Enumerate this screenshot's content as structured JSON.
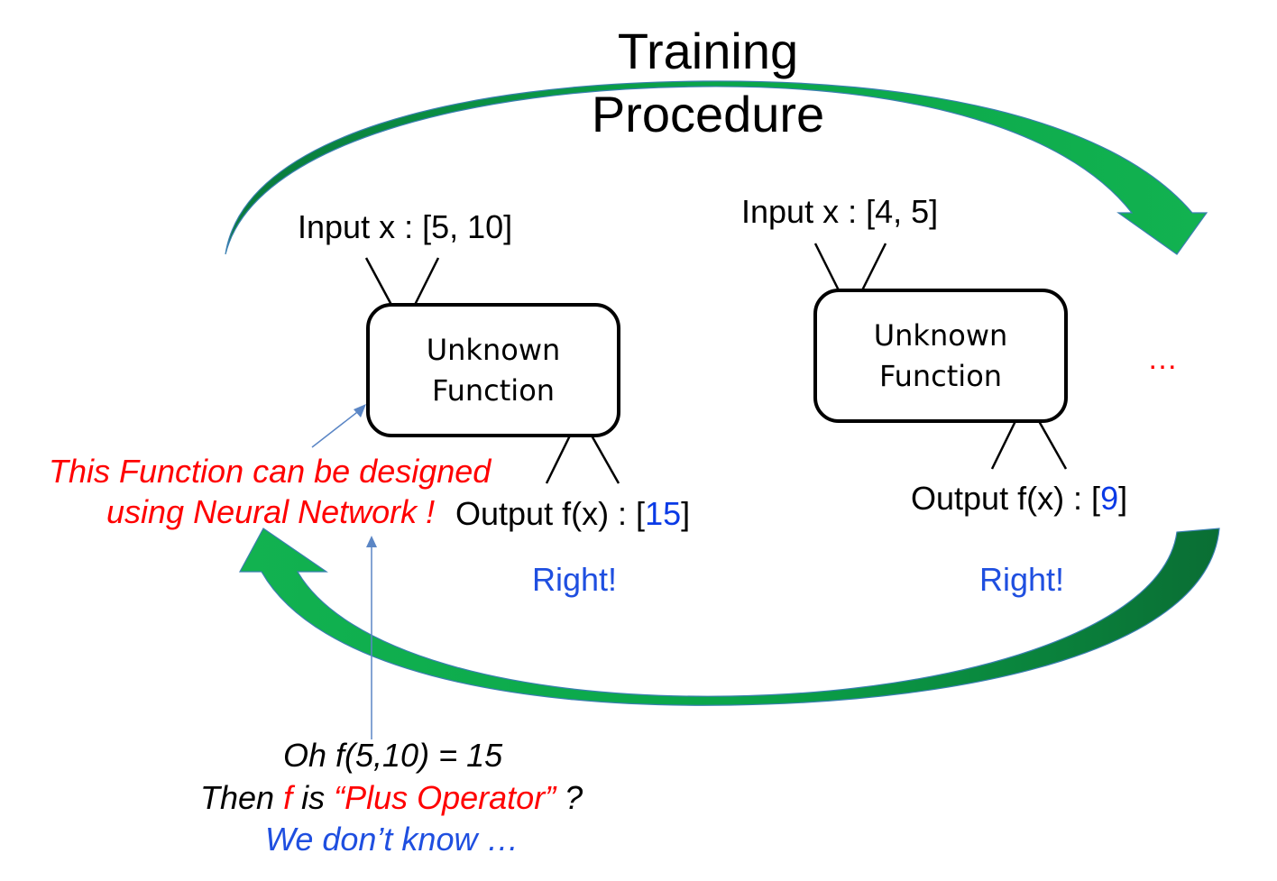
{
  "title": {
    "line1": "Training",
    "line2": "Procedure"
  },
  "step1": {
    "input_label": "Input x : [5, 10]",
    "box_line1": "Unknown",
    "box_line2": "Function",
    "output_prefix": "Output f(x) : [",
    "output_value": "15",
    "output_suffix": "]",
    "verdict": "Right!"
  },
  "step2": {
    "input_label": "Input x : [4, 5]",
    "box_line1": "Unknown",
    "box_line2": "Function",
    "output_prefix": "Output f(x) : [",
    "output_value": "9",
    "output_suffix": "]",
    "verdict": "Right!"
  },
  "ellipsis": "…",
  "annotation": {
    "line1": "This Function can be designed",
    "line2": "using Neural Network !"
  },
  "question": {
    "line1": "Oh f(5,10) = 15",
    "line2_prefix": "Then ",
    "line2_f": "f",
    "line2_mid": " is ",
    "line2_quote": "“Plus Operator”",
    "line2_suffix": " ?",
    "line3": "We don’t know …"
  },
  "colors": {
    "arrow_green": "#0aa64a",
    "arrow_dark": "#0a6e34",
    "emphasis_red": "#ff0000",
    "emphasis_blue": "#1f4fe0",
    "pointer_blue": "#5b86c5"
  }
}
